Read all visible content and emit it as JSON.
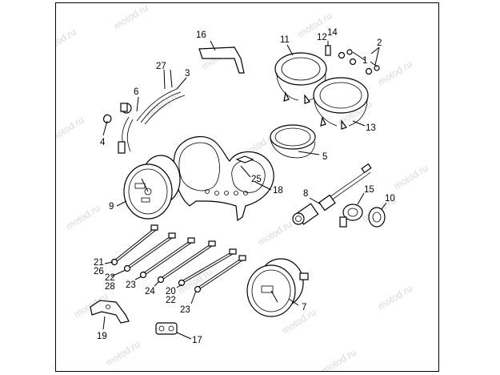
{
  "watermark": "motod.ru",
  "callouts": {
    "c1": "1",
    "c2": "2",
    "c3": "3",
    "c4": "4",
    "c5": "5",
    "c6": "6",
    "c7": "7",
    "c8": "8",
    "c9": "9",
    "c10": "10",
    "c11": "11",
    "c12": "12",
    "c13": "13",
    "c14": "14",
    "c15": "15",
    "c16": "16",
    "c17": "17",
    "c18": "18",
    "c19": "19",
    "c20": "20",
    "c21": "21",
    "c22a": "22",
    "c22b": "22",
    "c23a": "23",
    "c23b": "23",
    "c24": "24",
    "c25": "25",
    "c26": "26",
    "c27": "27",
    "c28": "28"
  }
}
